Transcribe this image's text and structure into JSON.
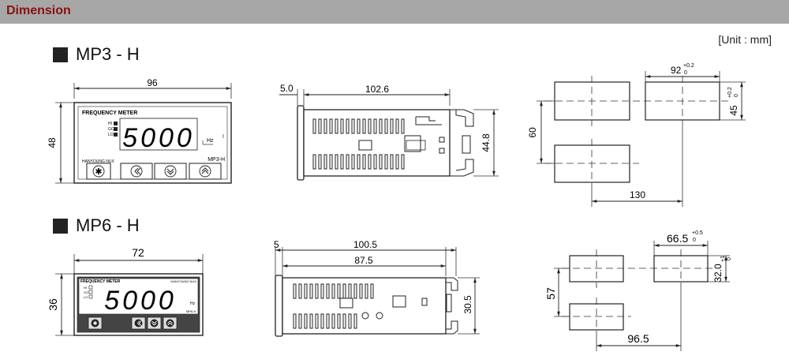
{
  "header": {
    "title": "Dimension"
  },
  "unit_label": "[Unit : mm]",
  "models": [
    {
      "name": "MP3 - H",
      "front": {
        "width": "96",
        "height": "48",
        "title": "FREQUENCY METER",
        "display": "5000",
        "brand": "HANYOUNG NUX",
        "model": "MP3-H",
        "leds": [
          "HI",
          "GO",
          "LO"
        ],
        "unit": "Hz"
      },
      "side": {
        "bezel": "5.0",
        "depth": "102.6",
        "height": "44.8"
      },
      "cutout": {
        "width": "92",
        "width_tol_plus": "+0.2",
        "width_tol_minus": "0",
        "height": "45",
        "height_tol_plus": "+0.2",
        "height_tol_minus": "0",
        "v_pitch": "60",
        "h_pitch": "130"
      }
    },
    {
      "name": "MP6 - H",
      "front": {
        "width": "72",
        "height": "36",
        "title": "FREQUENCY METER",
        "display": "5000",
        "brand": "HANYOUNG NUX",
        "model": "MP6-H",
        "leds": [
          "HI",
          "GO",
          "LO"
        ],
        "unit": "Hz"
      },
      "side": {
        "bezel": "5",
        "depth": "100.5",
        "body": "87.5",
        "height": "30.5"
      },
      "cutout": {
        "width": "66.5",
        "width_tol_plus": "+0.5",
        "width_tol_minus": "0",
        "height": "32.0",
        "height_tol_plus": "+1",
        "height_tol_minus": "0",
        "v_pitch": "57",
        "h_pitch": "96.5"
      }
    }
  ]
}
